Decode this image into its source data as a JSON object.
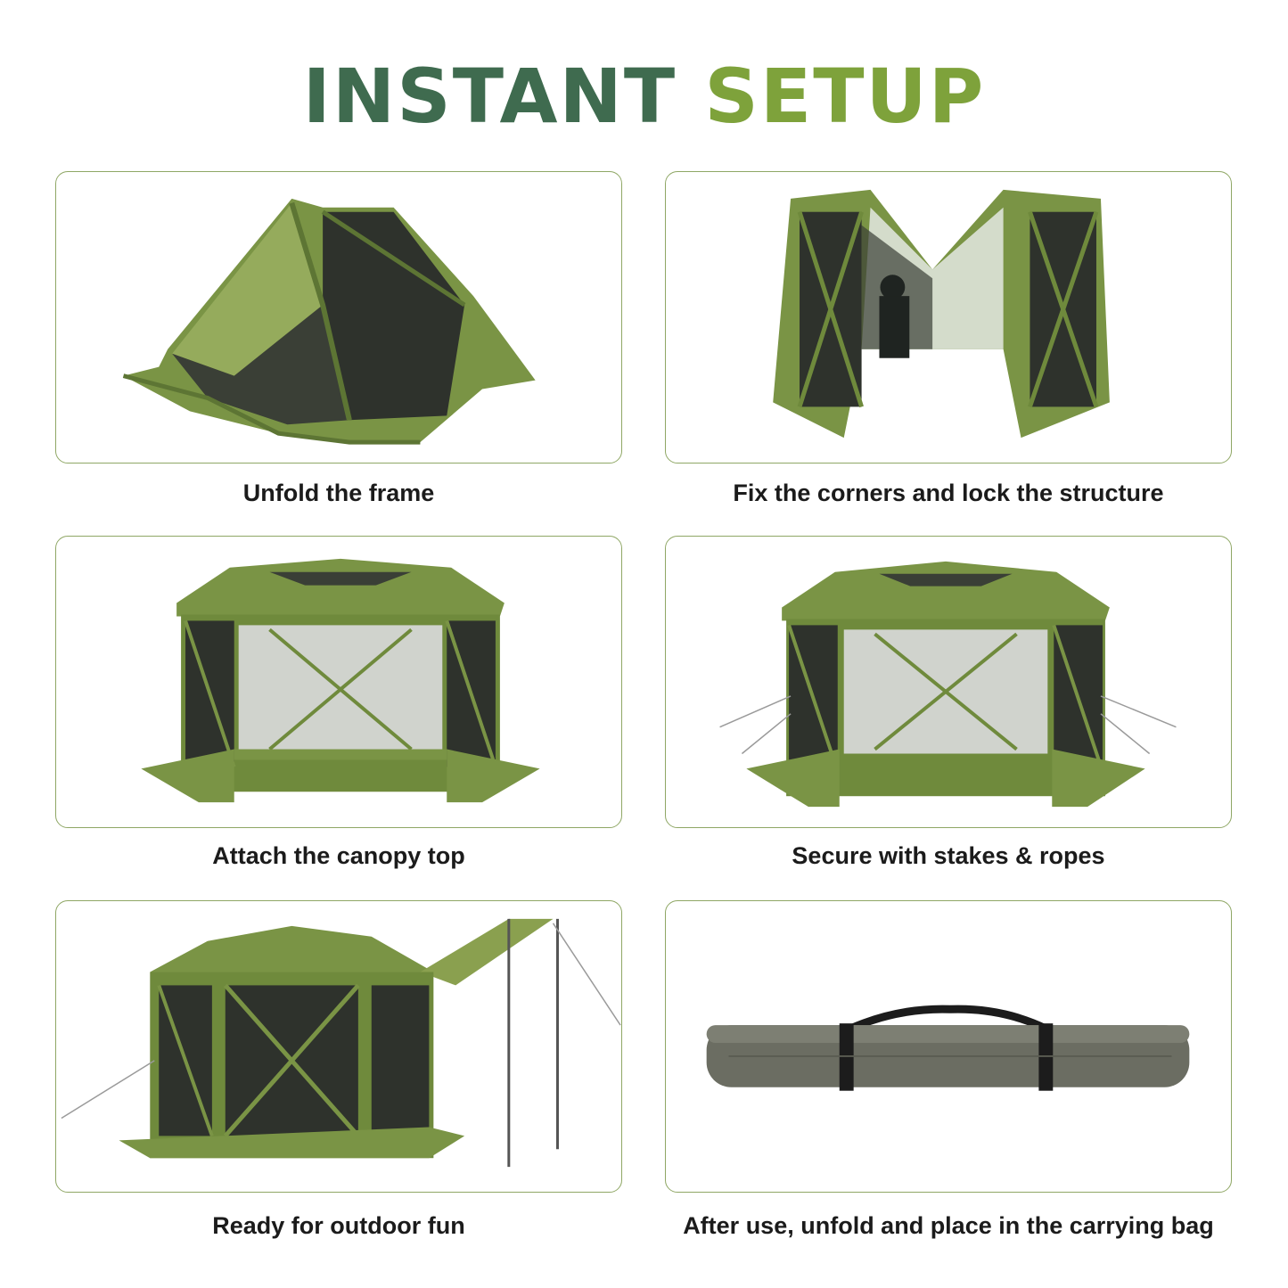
{
  "title": {
    "word1": "INSTANT",
    "word2": "SETUP"
  },
  "colors": {
    "dark_green": "#3f6b4f",
    "light_green": "#7ea23b",
    "border": "#8fa765",
    "tent": "#6f8a3c",
    "mesh": "#2e322c"
  },
  "steps": [
    {
      "caption": "Unfold the frame",
      "icon": "folded-tent-illustration"
    },
    {
      "caption": "Fix the corners and lock the structure",
      "icon": "tent-corners-illustration"
    },
    {
      "caption": "Attach the canopy top",
      "icon": "canopy-tent-illustration"
    },
    {
      "caption": "Secure with stakes & ropes",
      "icon": "staked-tent-illustration"
    },
    {
      "caption": "Ready for outdoor fun",
      "icon": "tent-with-awning-illustration"
    },
    {
      "caption": "After use, unfold and place in the carrying bag",
      "icon": "carrying-bag-illustration"
    }
  ]
}
